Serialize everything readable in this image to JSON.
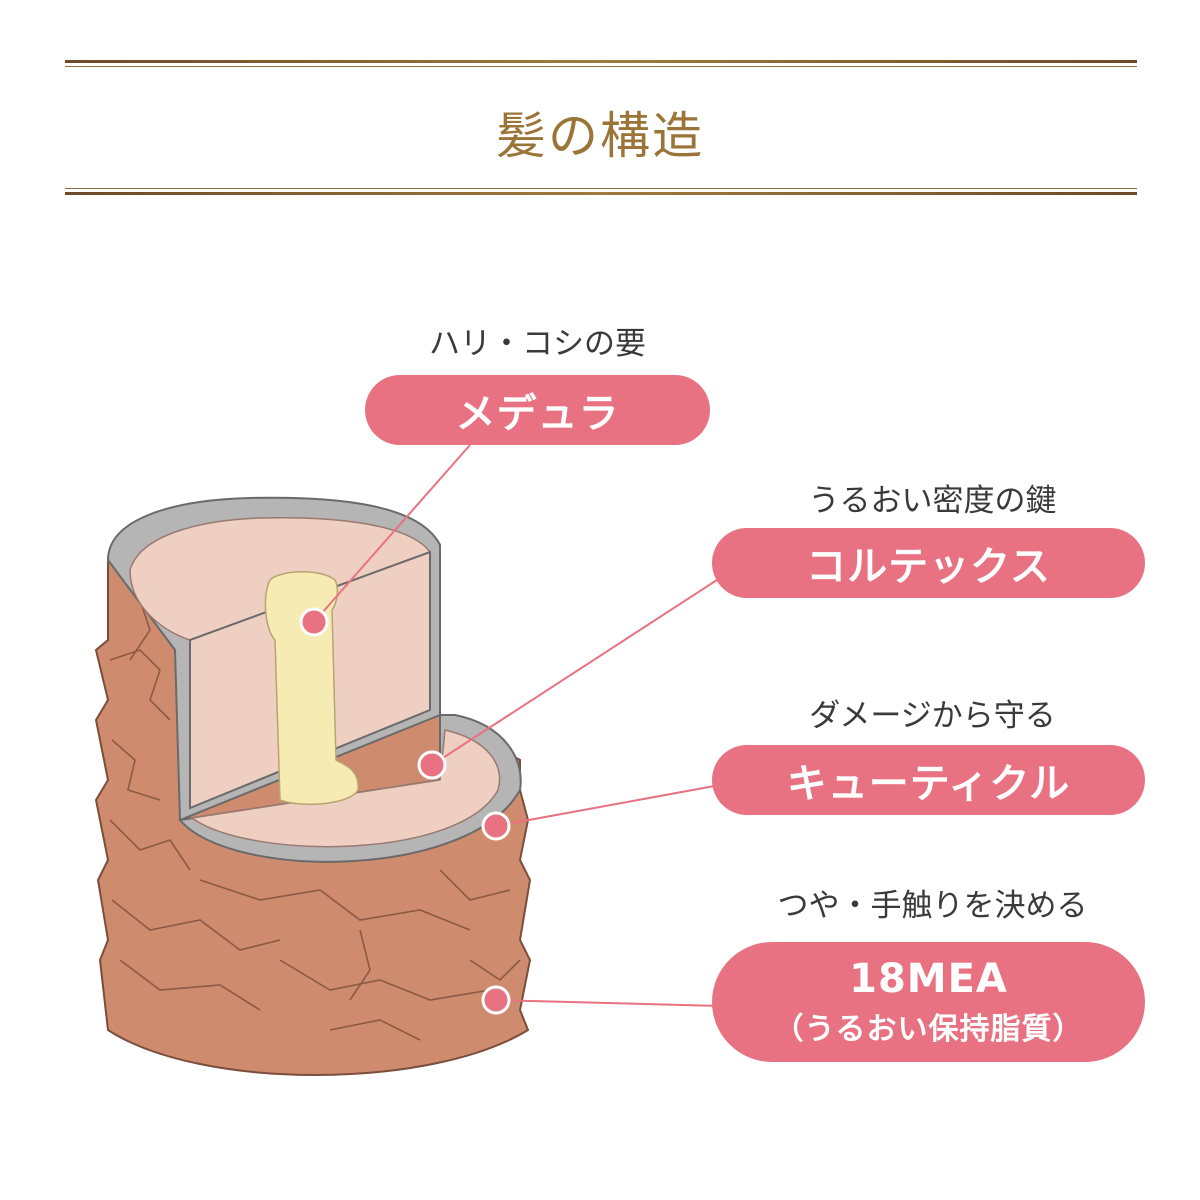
{
  "title": "髪の構造",
  "labels": [
    {
      "caption": "ハリ・コシの要",
      "name": "メデュラ"
    },
    {
      "caption": "うるおい密度の鍵",
      "name": "コルテックス"
    },
    {
      "caption": "ダメージから守る",
      "name": "キューティクル"
    },
    {
      "caption": "つや・手触りを決める",
      "name": "18MEA",
      "sub": "（うるおい保持脂質）"
    }
  ],
  "colors": {
    "gold": "#9b7538",
    "pill": "#e87282",
    "cortex": "#f0cfc3",
    "cuticle": "#b5b5b5",
    "outer": "#cf8b6e",
    "medulla": "#f7ebb4"
  }
}
